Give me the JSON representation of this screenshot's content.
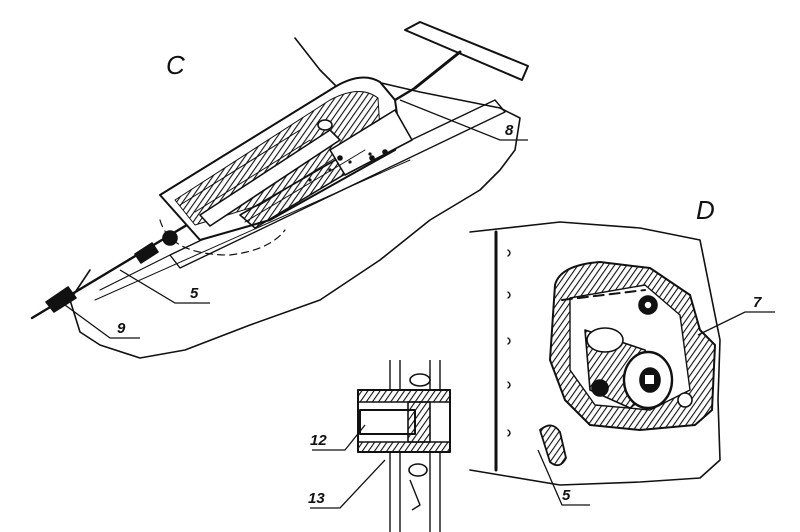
{
  "views": {
    "c": {
      "label": "C"
    },
    "d": {
      "label": "D"
    }
  },
  "callouts": {
    "c_8": "8",
    "c_5": "5",
    "c_9": "9",
    "d_7": "7",
    "d_5": "5",
    "s_12": "12",
    "s_13": "13"
  },
  "colors": {
    "ink": "#111111",
    "paper": "#ffffff"
  }
}
